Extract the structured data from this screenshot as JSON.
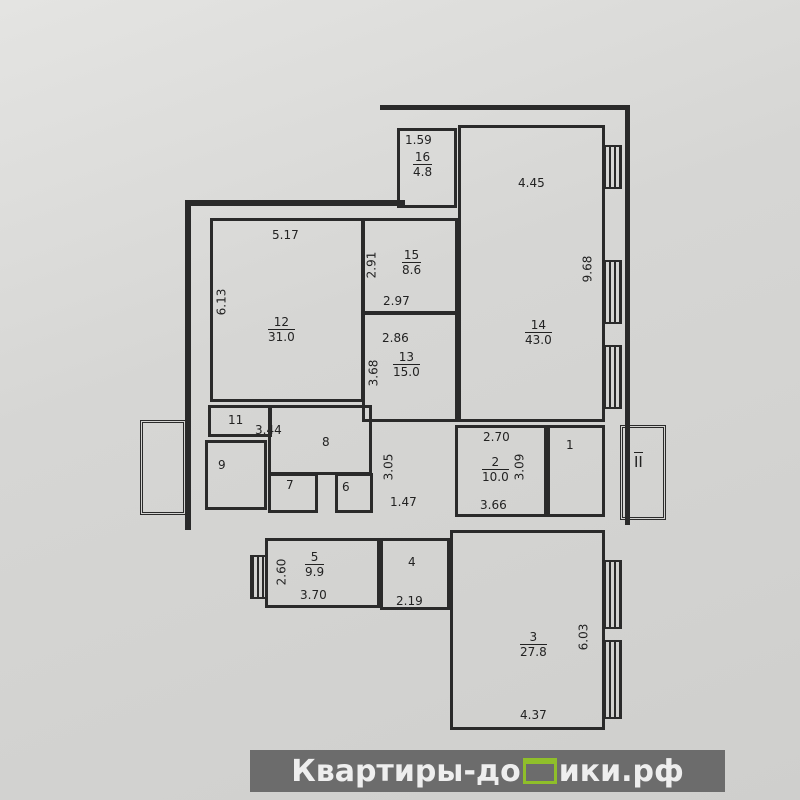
{
  "rooms": [
    {
      "id": "12",
      "area": "31.0",
      "dims": [
        "5.17",
        "6.13"
      ]
    },
    {
      "id": "15",
      "area": "8.6",
      "dims": [
        "2.91",
        "2.97"
      ]
    },
    {
      "id": "16",
      "area": "4.8",
      "dims": [
        "1.59"
      ]
    },
    {
      "id": "14",
      "area": "43.0",
      "dims": [
        "4.45",
        "9.68"
      ]
    },
    {
      "id": "13",
      "area": "15.0",
      "dims": [
        "2.86",
        "3.68"
      ]
    },
    {
      "id": "11",
      "dims": [
        "3.44"
      ]
    },
    {
      "id": "9"
    },
    {
      "id": "8"
    },
    {
      "id": "7"
    },
    {
      "id": "6"
    },
    {
      "id": "2",
      "area": "10.0",
      "dims": [
        "2.70",
        "3.09",
        "3.66"
      ]
    },
    {
      "id": "1"
    },
    {
      "id": "II"
    },
    {
      "id": "5",
      "area": "9.9",
      "dims": [
        "2.60",
        "3.70"
      ]
    },
    {
      "id": "4",
      "dims": [
        "2.19"
      ]
    },
    {
      "id": "3",
      "area": "27.8",
      "dims": [
        "6.03",
        "4.37"
      ]
    }
  ],
  "corridor_dims": [
    "3.05",
    "1.47"
  ],
  "watermark": {
    "text_left": "Квартиры-до",
    "text_right": "ики.рф",
    "color": "#8fbf2a"
  }
}
